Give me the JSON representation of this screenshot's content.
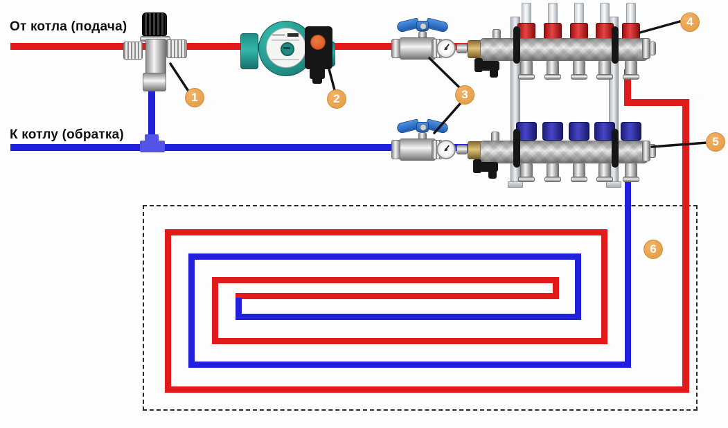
{
  "labels": {
    "supply": "От котла (подача)",
    "return": "К котлу (обратка)"
  },
  "badges": {
    "b1": "1",
    "b2": "2",
    "b3": "3",
    "b4": "4",
    "b5": "5",
    "b6": "6"
  },
  "colors": {
    "supply_pipe": "#e11b1b",
    "return_pipe": "#2121dd",
    "badge": "#e39a3f",
    "pump_body": "#2aa79d",
    "pump_button": "#e8622d",
    "valve_handle": "#2b6fc9",
    "manifold_cap_supply": "#c01818",
    "manifold_cap_return": "#2b2b9e"
  }
}
